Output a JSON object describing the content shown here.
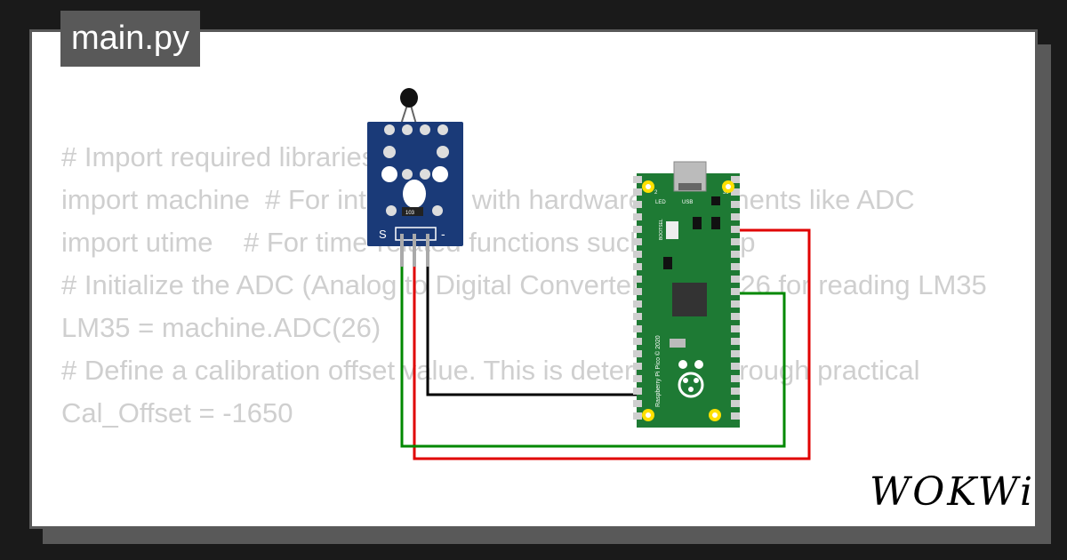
{
  "file_tab": {
    "label": "main.py"
  },
  "code_lines": [
    "# Import required libraries",
    "import machine  # For interfacing with hardware components like ADC",
    "import utime    # For time-related functions such as sleep",
    "",
    "# Initialize the ADC (Analog to Digital Converter) on pin 26 for reading LM35",
    "LM35 = machine.ADC(26)",
    "",
    "# Define a calibration offset value. This is determined through practical",
    "Cal_Offset = -1650"
  ],
  "sensor_module": {
    "resistor_label": "103",
    "pin_signal": "S",
    "pin_ground": "-"
  },
  "pico_board": {
    "pin_top_left": "2",
    "pin_top_right": "39",
    "led_label": "LED",
    "usb_label": "USB",
    "bootsel_label": "BOOTSEL",
    "board_text": "Raspberry Pi Pico © 2020"
  },
  "wires": {
    "signal_color": "#000000",
    "vcc_color": "#e00000",
    "gnd_color": "#008800"
  },
  "brand": {
    "name": "WOKWi"
  }
}
